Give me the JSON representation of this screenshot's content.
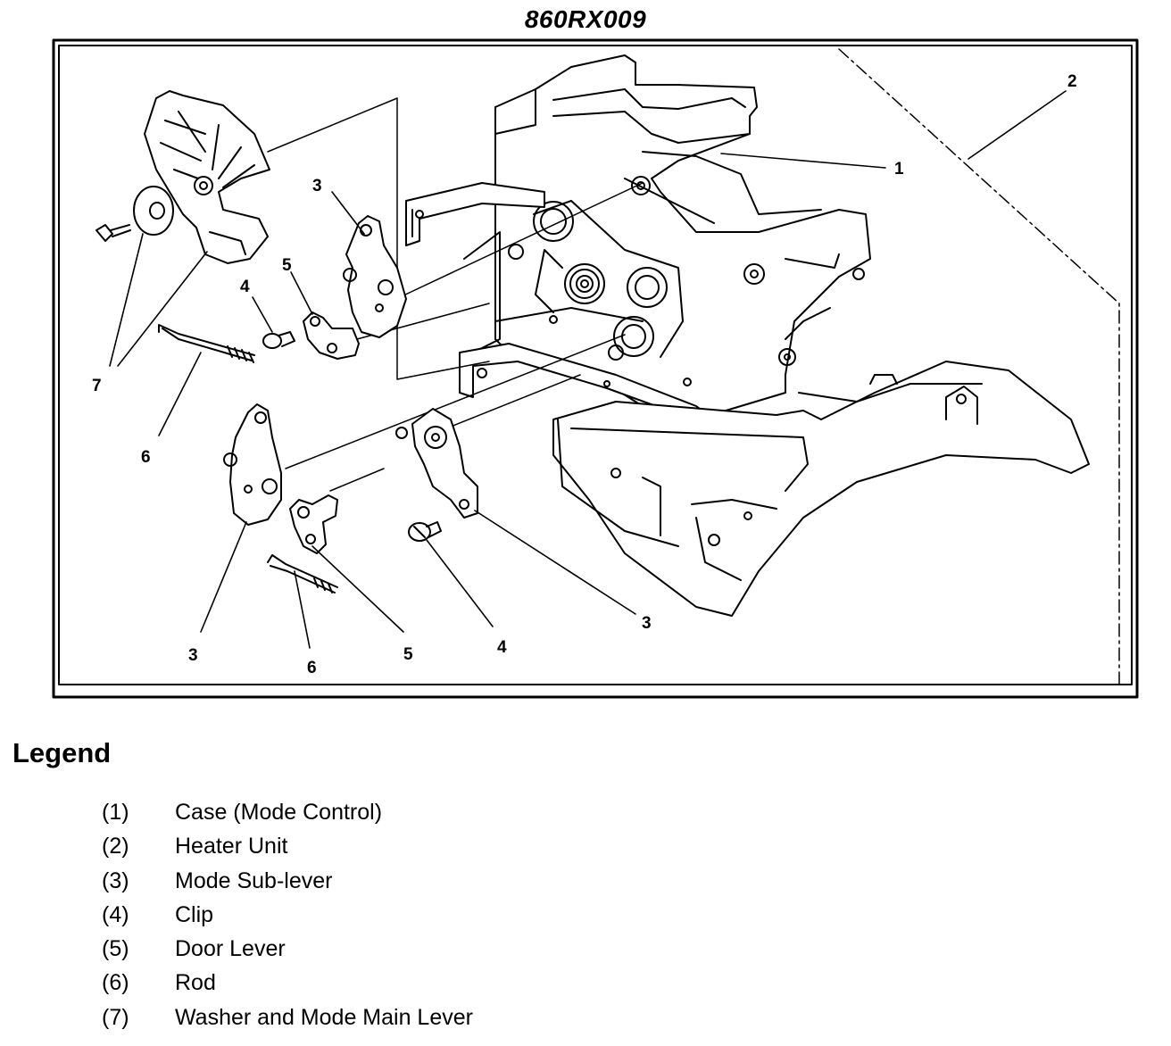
{
  "figure": {
    "title": "860RX009",
    "callouts": {
      "c1": "1",
      "c2": "2",
      "c3a": "3",
      "c3b": "3",
      "c3c": "3",
      "c4a": "4",
      "c4b": "4",
      "c5a": "5",
      "c5b": "5",
      "c6a": "6",
      "c6b": "6",
      "c7": "7"
    }
  },
  "legend": {
    "title": "Legend",
    "items": [
      {
        "num": "(1)",
        "label": "Case (Mode Control)"
      },
      {
        "num": "(2)",
        "label": "Heater Unit"
      },
      {
        "num": "(3)",
        "label": "Mode Sub-lever"
      },
      {
        "num": "(4)",
        "label": "Clip"
      },
      {
        "num": "(5)",
        "label": "Door Lever"
      },
      {
        "num": "(6)",
        "label": "Rod"
      },
      {
        "num": "(7)",
        "label": "Washer and Mode Main Lever"
      }
    ]
  }
}
